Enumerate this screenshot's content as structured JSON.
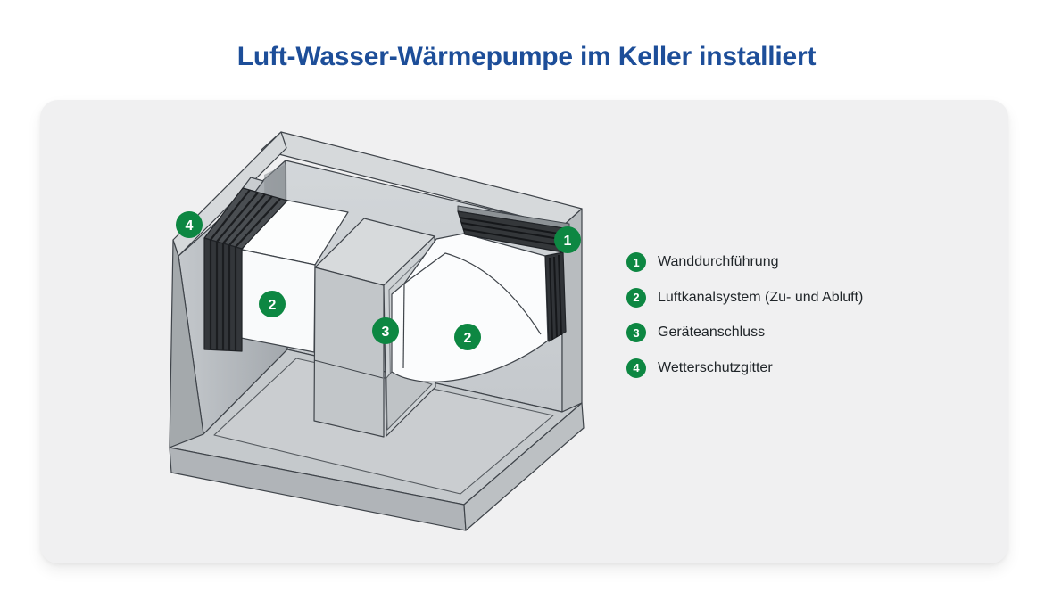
{
  "header": {
    "title": "Luft-Wasser-Wärmepumpe im Keller installiert"
  },
  "colors": {
    "title_blue": "#1d4e99",
    "marker_green": "#0d8742",
    "panel_background": "#f0f0f1",
    "page_background": "#ffffff",
    "grille_dark": "#34373a"
  },
  "legend": {
    "items": [
      {
        "number": "1",
        "label": "Wanddurchführung"
      },
      {
        "number": "2",
        "label": "Luftkanalsystem (Zu- und Abluft)"
      },
      {
        "number": "3",
        "label": "Geräteanschluss"
      },
      {
        "number": "4",
        "label": "Wetterschutzgitter"
      }
    ]
  },
  "diagram": {
    "markers": [
      {
        "number": "4"
      },
      {
        "number": "2"
      },
      {
        "number": "3"
      },
      {
        "number": "2"
      },
      {
        "number": "1"
      }
    ]
  }
}
